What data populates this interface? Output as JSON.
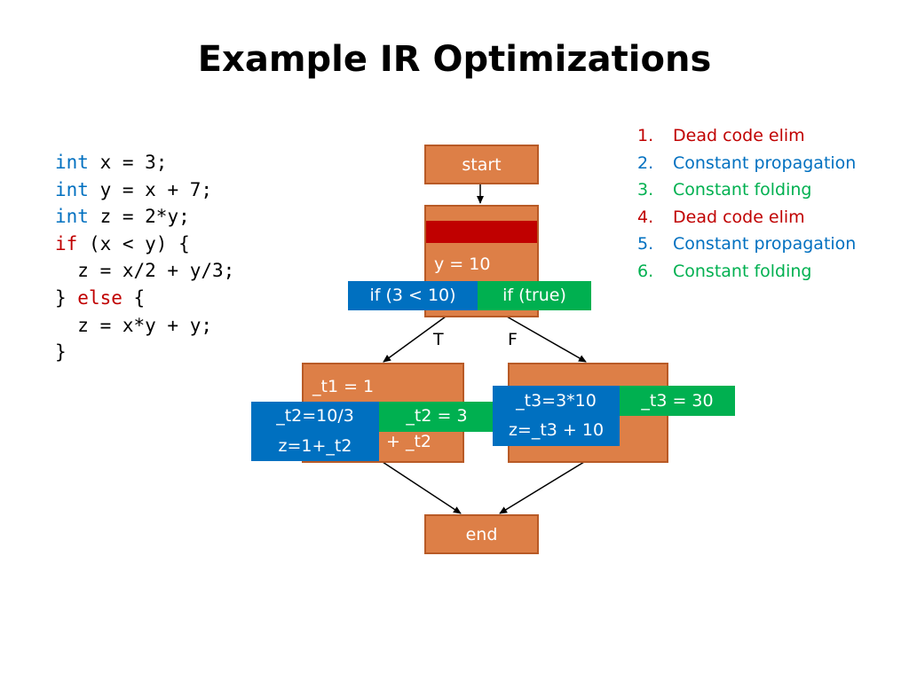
{
  "title": "Example IR Optimizations",
  "code": {
    "lines": [
      [
        {
          "t": "int",
          "c": "type"
        },
        {
          "t": " x = 3;",
          "c": ""
        }
      ],
      [
        {
          "t": "int",
          "c": "type"
        },
        {
          "t": " y = x + 7;",
          "c": ""
        }
      ],
      [
        {
          "t": "int",
          "c": "type"
        },
        {
          "t": " z = 2*y;",
          "c": ""
        }
      ],
      [
        {
          "t": "if",
          "c": "ctrl"
        },
        {
          "t": " (x < y) {",
          "c": ""
        }
      ],
      [
        {
          "t": "  z = x/2 + y/3;",
          "c": ""
        }
      ],
      [
        {
          "t": "} ",
          "c": ""
        },
        {
          "t": "else",
          "c": "ctrl"
        },
        {
          "t": " {",
          "c": ""
        }
      ],
      [
        {
          "t": "  z = x*y + y;",
          "c": ""
        }
      ],
      [
        {
          "t": "}",
          "c": ""
        }
      ]
    ]
  },
  "optimizations": [
    {
      "num": "1.",
      "label": "Dead code elim",
      "color": "#c00000"
    },
    {
      "num": "2.",
      "label": "Constant propagation",
      "color": "#0070c0"
    },
    {
      "num": "3.",
      "label": "Constant folding",
      "color": "#00b050"
    },
    {
      "num": "4.",
      "label": "Dead code elim",
      "color": "#c00000"
    },
    {
      "num": "5.",
      "label": "Constant propagation",
      "color": "#0070c0"
    },
    {
      "num": "6.",
      "label": "Constant folding",
      "color": "#00b050"
    }
  ],
  "cfg": {
    "start": "start",
    "end": "end",
    "entry_block": {
      "assign": "y = 10",
      "cond_propagated": "if (3 < 10)",
      "cond_folded": "if (true)"
    },
    "edge_true": "T",
    "edge_false": "F",
    "then_block": {
      "line1": "_t1 = 1",
      "propagated_line1": "_t2=10/3",
      "propagated_line2": "z=1+_t2",
      "folded": "_t2 = 3",
      "remaining": "+ _t2"
    },
    "else_block": {
      "propagated_line1": "_t3=3*10",
      "propagated_line2": "z=_t3 + 10",
      "folded": "_t3 = 30"
    }
  },
  "colors": {
    "node_fill": "#dd7f47",
    "node_border": "#b85a26",
    "dead_code": "#c00000",
    "propagation": "#0070c0",
    "folding": "#00b050"
  }
}
